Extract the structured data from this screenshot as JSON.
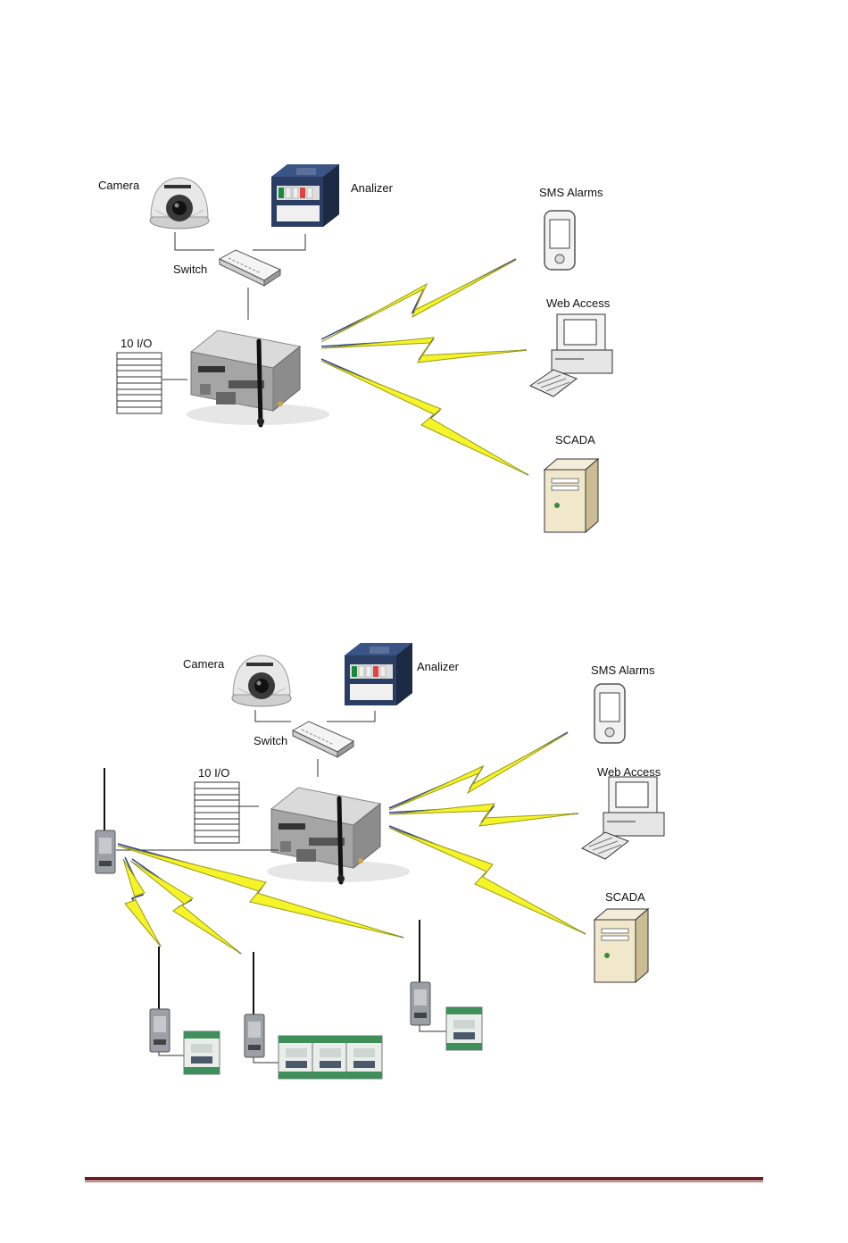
{
  "colors": {
    "bolt_fill": "#f4f428",
    "bolt_stroke": "#9a9a10",
    "blue_line": "#2a3f8f",
    "footer_rule": "#6b1e1e"
  },
  "diagram1": {
    "camera_label": "Camera",
    "analyzer_label": "Analizer",
    "switch_label": "Switch",
    "io_label": "10 I/O",
    "sms_label": "SMS Alarms",
    "web_label": "Web Access",
    "scada_label": "SCADA"
  },
  "diagram2": {
    "camera_label": "Camera",
    "analyzer_label": "Analizer",
    "switch_label": "Switch",
    "io_label": "10 I/O",
    "sms_label": "SMS Alarms",
    "web_label": "Web Access",
    "scada_label": "SCADA"
  }
}
